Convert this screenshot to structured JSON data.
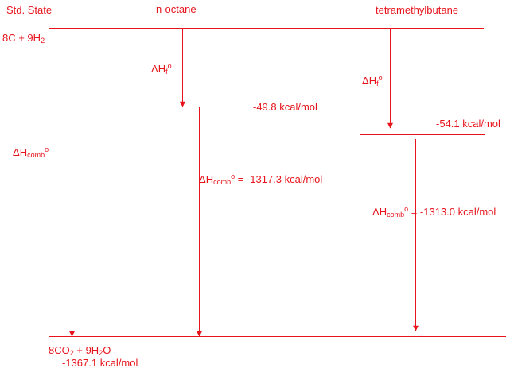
{
  "colors": {
    "diagram": "#e8141c",
    "background": "#ffffff"
  },
  "headers": {
    "std_state": "Std. State",
    "n_octane": "n-octane",
    "tetramethylbutane": "tetramethylbutane"
  },
  "reactants": {
    "c_prefix": "8C + 9H",
    "h_sub": "2"
  },
  "products": {
    "co_prefix": "8CO",
    "co_sub": "2",
    "h_part": " + 9H",
    "h_sub": "2",
    "o_suffix": "O",
    "energy": "-1367.1 kcal/mol"
  },
  "delta_symbol": "Δ",
  "enthalpy_symbol": "H",
  "formation_sub": "f",
  "comb_sub": "comb",
  "standard_sup": "o",
  "n_octane": {
    "formation_value": "-49.8 kcal/mol",
    "comb_value": " = -1317.3 kcal/mol"
  },
  "tetramethylbutane": {
    "formation_value": "-54.1 kcal/mol",
    "comb_value": " = -1313.0 kcal/mol"
  }
}
